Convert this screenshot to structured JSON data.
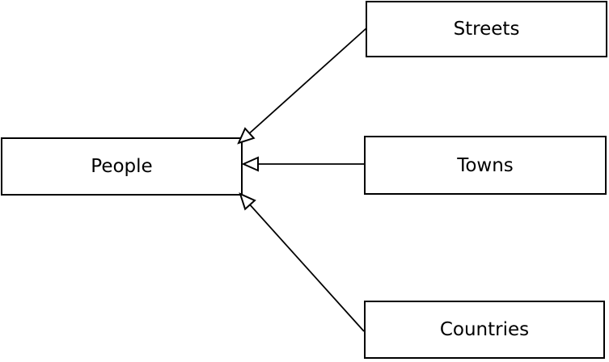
{
  "diagram": {
    "type": "hierarchy-diagram",
    "background_color": "#ffffff",
    "line_color": "#000000",
    "text_color": "#000000",
    "node_fill_color": "#ffffff",
    "arrowhead_style": "open-triangle",
    "nodes": [
      {
        "id": "people",
        "label": "People"
      },
      {
        "id": "streets",
        "label": "Streets"
      },
      {
        "id": "towns",
        "label": "Towns"
      },
      {
        "id": "countries",
        "label": "Countries"
      }
    ],
    "edges": [
      {
        "from": "streets",
        "to": "people",
        "arrowhead_at": "people",
        "style": "open-triangle"
      },
      {
        "from": "towns",
        "to": "people",
        "arrowhead_at": "people",
        "style": "open-triangle"
      },
      {
        "from": "countries",
        "to": "people",
        "arrowhead_at": "people",
        "style": "open-triangle"
      }
    ]
  }
}
